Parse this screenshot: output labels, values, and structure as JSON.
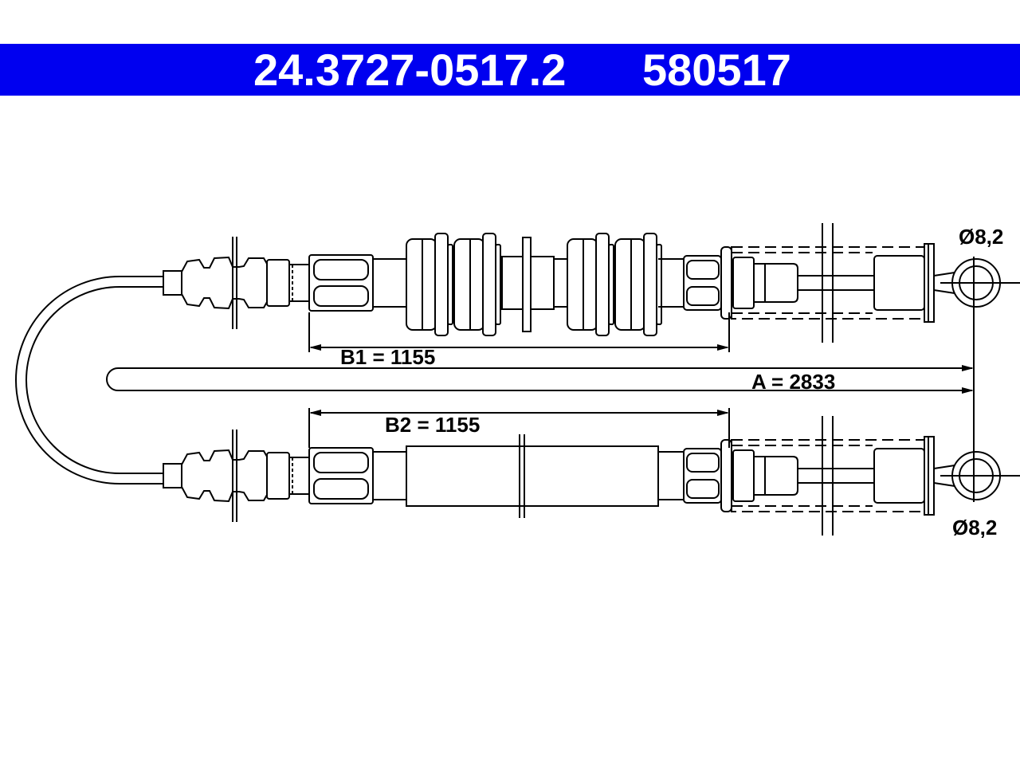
{
  "header": {
    "part_number": "24.3727-0517.2",
    "ref_number": "580517",
    "background": "#0000f0",
    "text_color": "#ffffff"
  },
  "dimensions": {
    "b1_label": "B1 = 1155",
    "a_label": "A = 2833",
    "b2_label": "B2 = 1155",
    "eye_top_label": "Ø8,2",
    "eye_bottom_label": "Ø8,2"
  },
  "colors": {
    "line": "#000000",
    "background": "#ffffff"
  }
}
